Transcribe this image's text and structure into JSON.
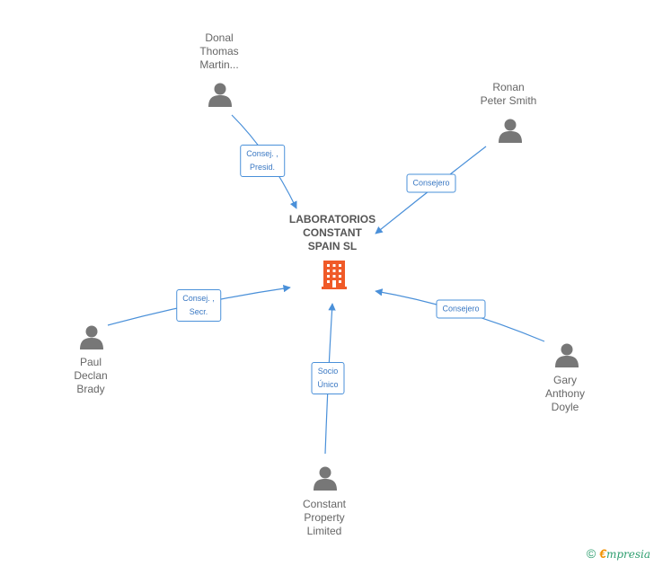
{
  "center": {
    "label": "LABORATORIOS\nCONSTANT\nSPAIN SL",
    "icon": "building-icon"
  },
  "people": [
    {
      "id": "donal",
      "name": "Donal\nThomas\nMartin...",
      "icon": "person-icon"
    },
    {
      "id": "ronan",
      "name": "Ronan\nPeter Smith",
      "icon": "person-icon"
    },
    {
      "id": "paul",
      "name": "Paul\nDeclan\nBrady",
      "icon": "person-icon"
    },
    {
      "id": "gary",
      "name": "Gary\nAnthony\nDoyle",
      "icon": "person-icon"
    },
    {
      "id": "constant",
      "name": "Constant\nProperty\nLimited",
      "icon": "person-icon"
    }
  ],
  "edges": [
    {
      "from": "donal",
      "label": "Consej. ,\nPresid."
    },
    {
      "from": "ronan",
      "label": "Consejero"
    },
    {
      "from": "paul",
      "label": "Consej. ,\nSecr."
    },
    {
      "from": "gary",
      "label": "Consejero"
    },
    {
      "from": "constant",
      "label": "Socio\nÚnico"
    }
  ],
  "footer": {
    "copyright": "©",
    "brand_initial": "€",
    "brand_rest": "mpresia"
  },
  "colors": {
    "edge": "#4a90d9",
    "person": "#777777",
    "building": "#f05a28"
  }
}
